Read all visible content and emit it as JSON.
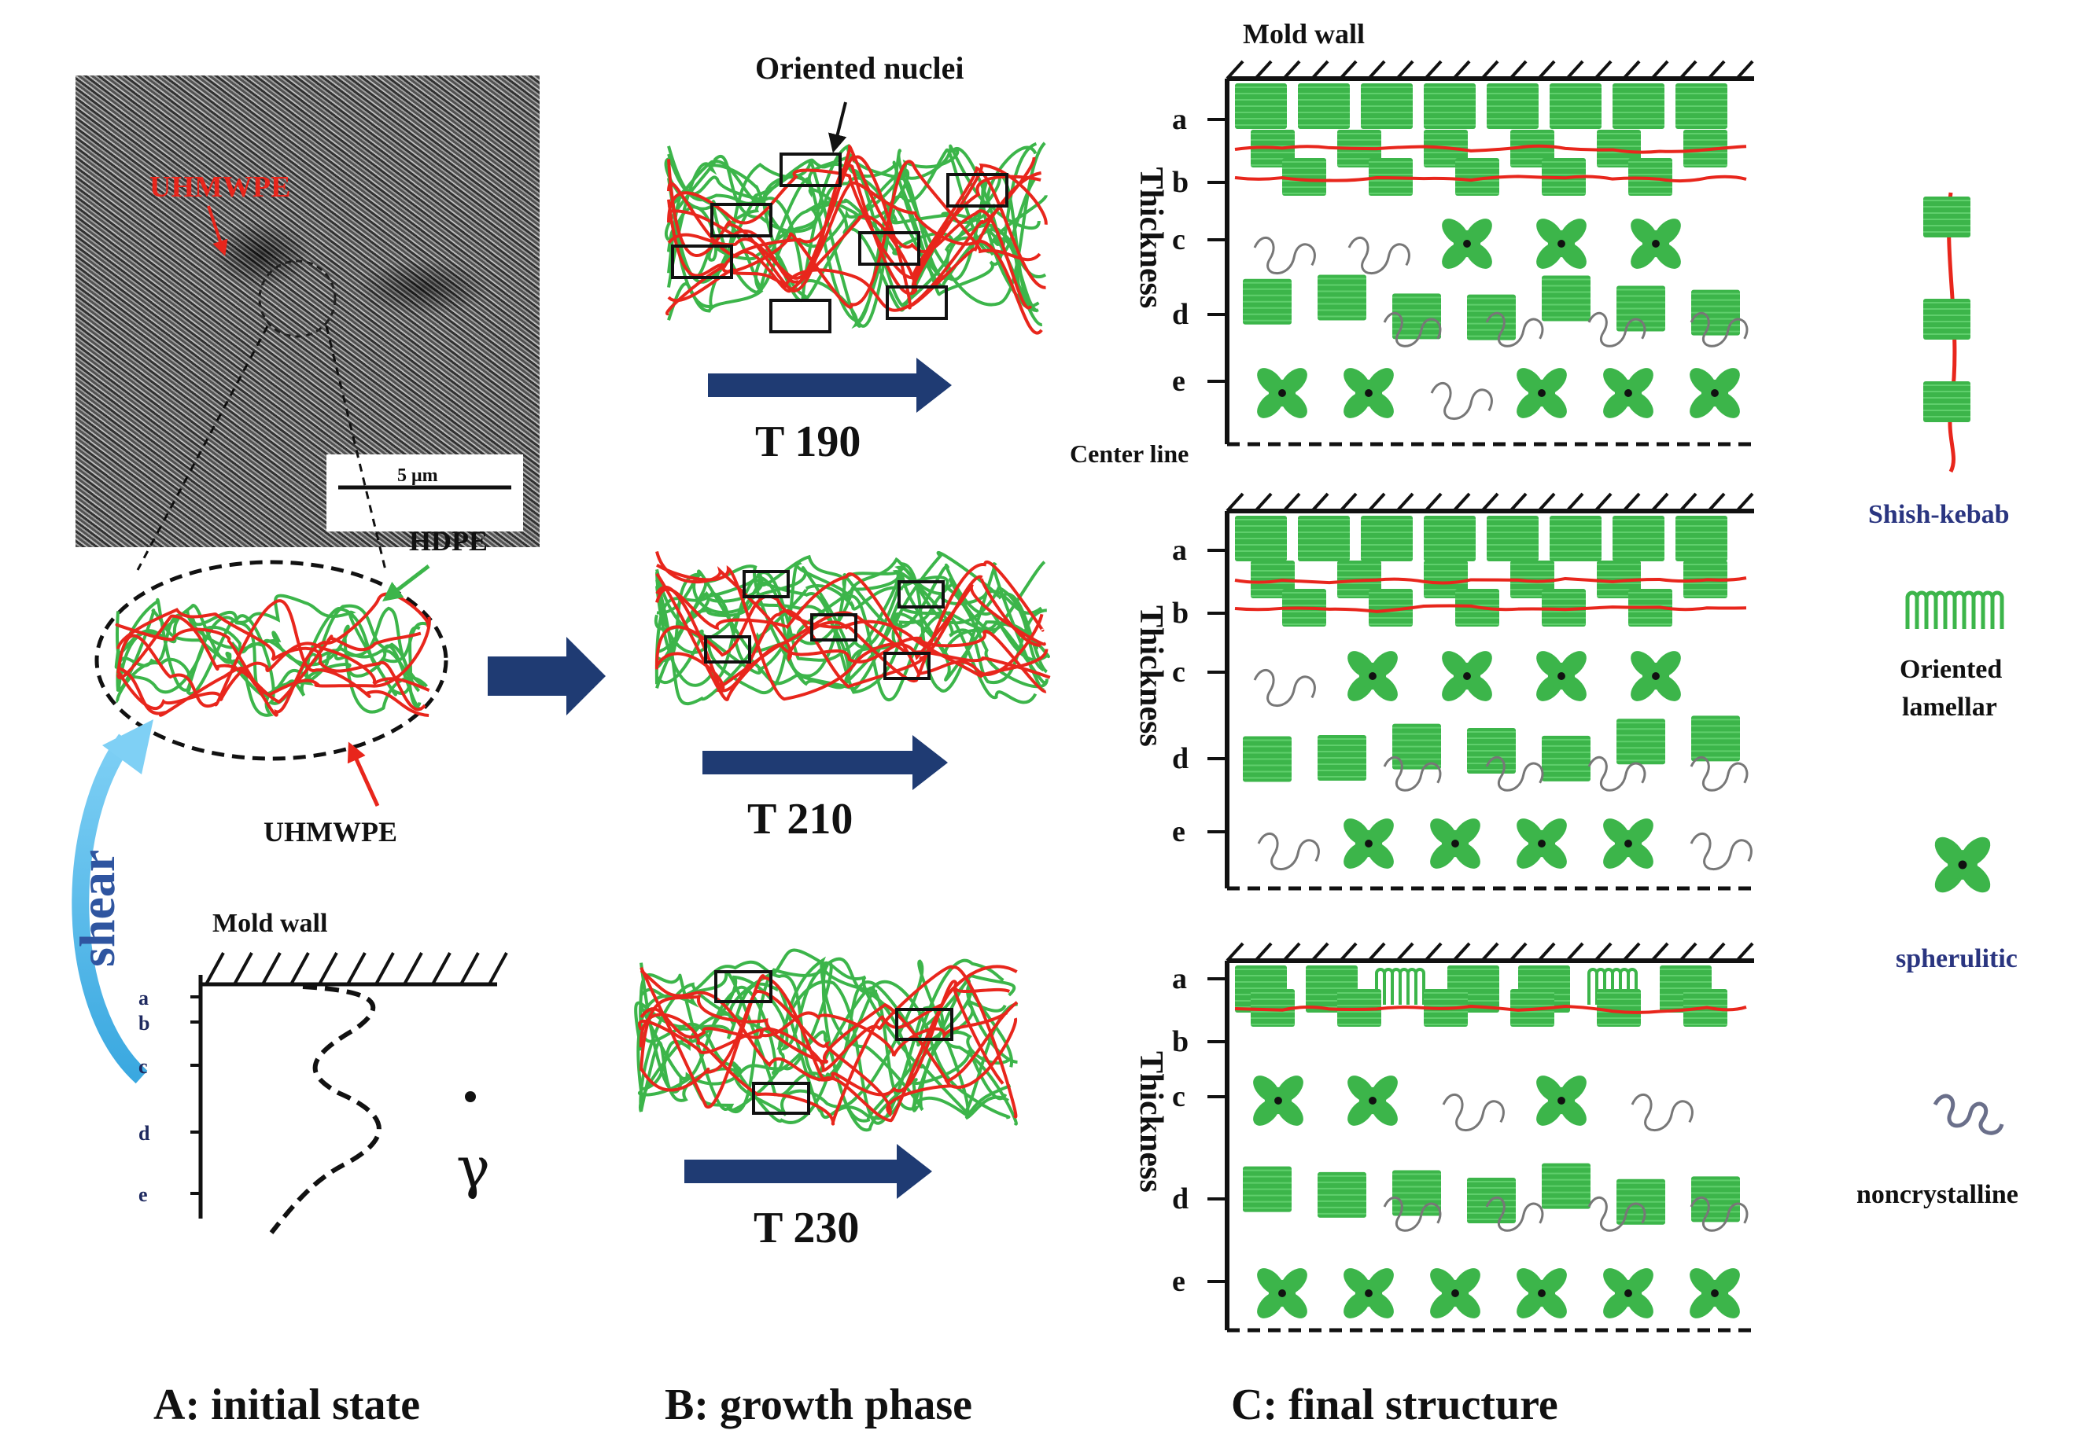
{
  "panel_a": {
    "sem_label": "UHMWPE",
    "scale_bar": "5 μm",
    "blob_hdpe": "HDPE",
    "blob_uhmwpe": "UHMWPE",
    "shear": "shear",
    "mold_wall": "Mold wall",
    "layers": [
      "a",
      "b",
      "c",
      "d",
      "e"
    ],
    "gamma": "γ",
    "caption": "A: initial state"
  },
  "panel_b": {
    "nuclei_label": "Oriented nuclei",
    "temps": [
      "T 190",
      "T 210",
      "T 230"
    ],
    "caption": "B: growth phase"
  },
  "panel_c": {
    "mold_wall": "Mold wall",
    "center_line": "Center line",
    "thickness": "Thickness",
    "layers": [
      "a",
      "b",
      "c",
      "d",
      "e"
    ],
    "caption": "C: final structure"
  },
  "legend": {
    "shish_kebab": "Shish-kebab",
    "oriented_lamellar_1": "Oriented",
    "oriented_lamellar_2": "lamellar",
    "spherulitic": "spherulitic",
    "noncrystalline": "noncrystalline"
  },
  "colors": {
    "green": "#3cb54a",
    "green_dark": "#2e9a3c",
    "red": "#e8261c",
    "navy": "#1f3b73",
    "shear_blue": "#3aa8e0"
  }
}
